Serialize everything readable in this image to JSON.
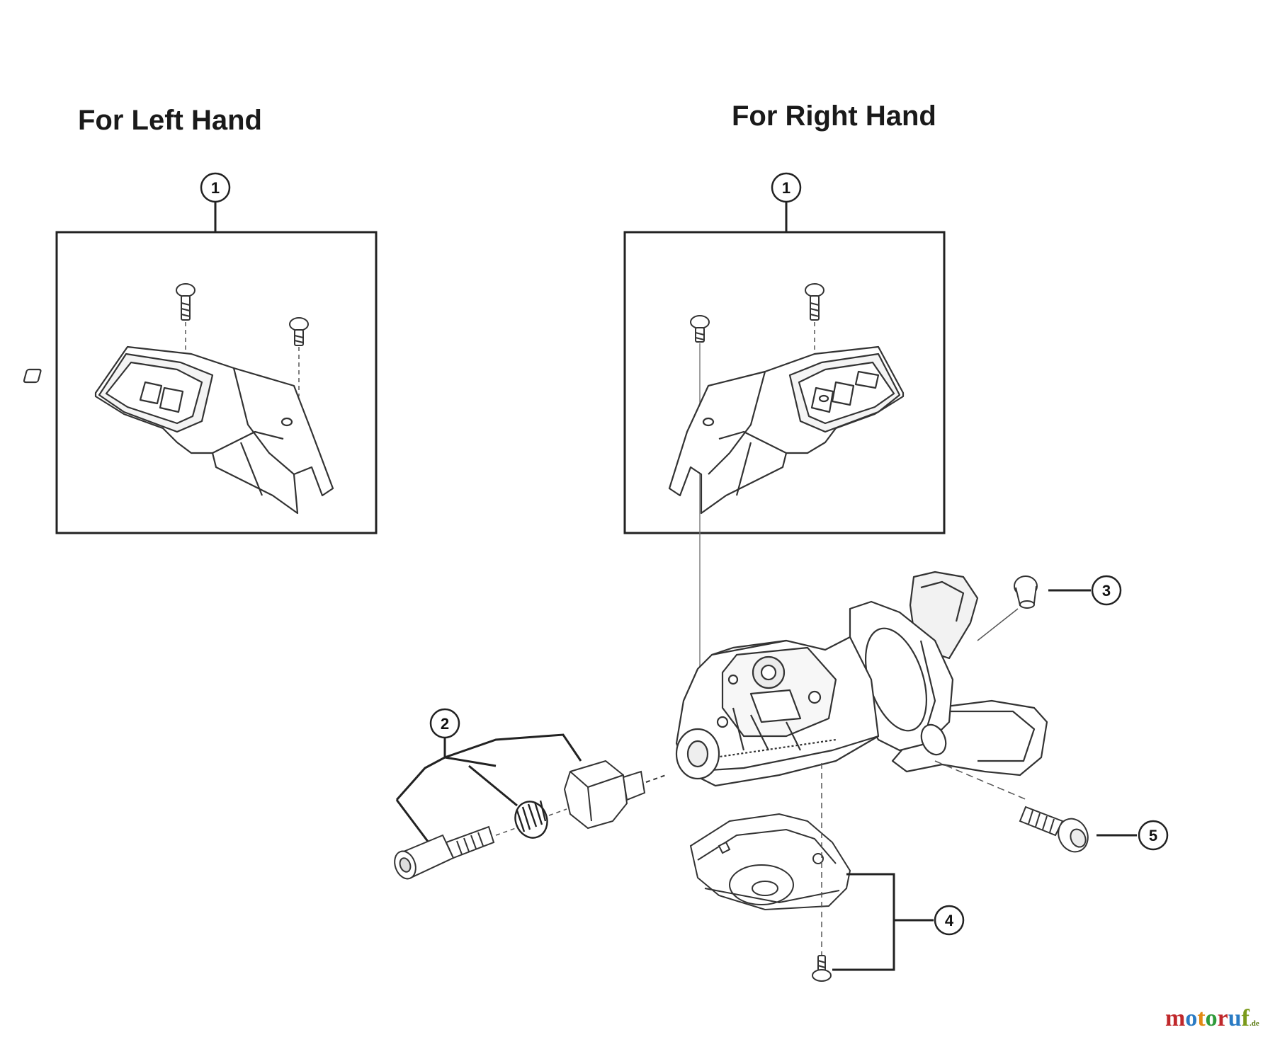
{
  "headings": {
    "left": "For Left Hand",
    "right": "For Right Hand"
  },
  "callouts": {
    "left_box": "1",
    "right_box": "1",
    "adjuster": "2",
    "plug": "3",
    "bottom_cover": "4",
    "bolt": "5"
  },
  "watermark": {
    "brand": "motoruf",
    "tld": ".de",
    "letters": [
      {
        "char": "m",
        "color": "#c0282b"
      },
      {
        "char": "o",
        "color": "#2a7bc4"
      },
      {
        "char": "t",
        "color": "#e38a14"
      },
      {
        "char": "o",
        "color": "#2e9b3a"
      },
      {
        "char": "r",
        "color": "#c0282b"
      },
      {
        "char": "u",
        "color": "#2a7bc4"
      },
      {
        "char": "f",
        "color": "#7a9a1a"
      }
    ]
  }
}
